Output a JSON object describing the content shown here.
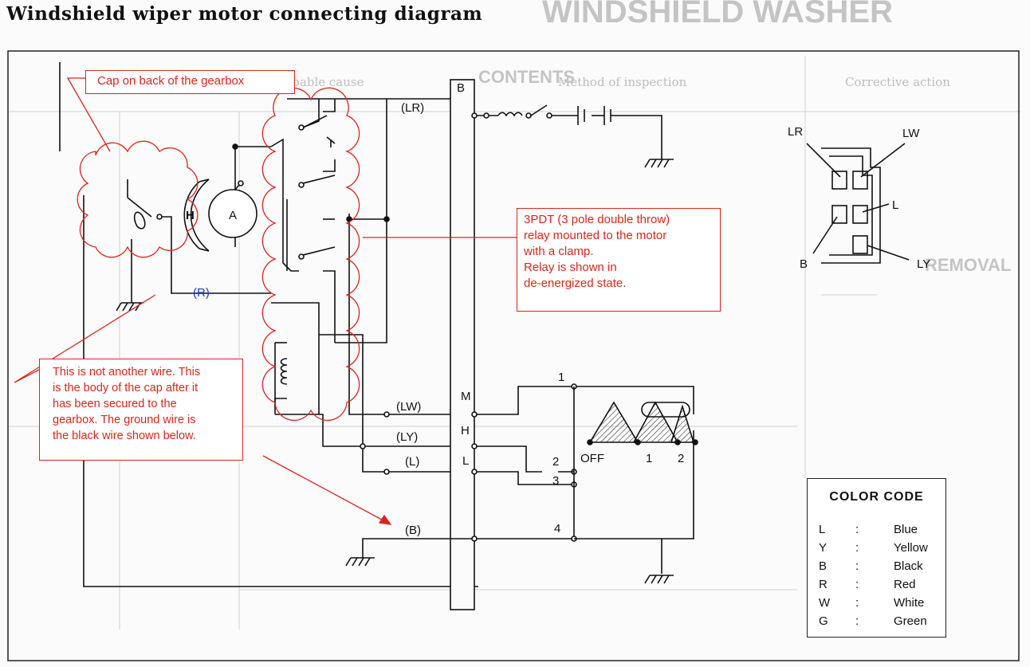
{
  "title": "Windshield wiper motor connecting diagram",
  "annotations": {
    "cap_note": "Cap on back of the gearbox",
    "relay_note": [
      "3PDT (3 pole double throw)",
      "relay mounted to the motor",
      "with a clamp.",
      "Relay is shown in",
      "de-energized state."
    ],
    "body_note": [
      "This is not another wire. This",
      "is the body of the cap after it",
      "has been secured to the",
      "gearbox. The ground wire is",
      "the black wire shown below."
    ],
    "color": "#d9261c"
  },
  "wire_labels": {
    "LR": "(LR)",
    "LW": "(LW)",
    "LY": "(LY)",
    "L": "(L)",
    "B": "(B)",
    "R": "(R)"
  },
  "component_labels": {
    "H": "H",
    "A": "A"
  },
  "terminals": {
    "B": "B",
    "M": "M",
    "H": "H",
    "L": "L"
  },
  "switch": {
    "pos1": "1",
    "pos2": "2",
    "pos3": "3",
    "pos4": "4",
    "off": "OFF",
    "sw1": "1",
    "sw2": "2"
  },
  "connector": {
    "LR": "LR",
    "LW": "LW",
    "L": "L",
    "B": "B",
    "LY": "LY"
  },
  "legend": {
    "title": "COLOR CODE",
    "separator": ":",
    "rows": [
      {
        "code": "L",
        "name": "Blue"
      },
      {
        "code": "Y",
        "name": "Yellow"
      },
      {
        "code": "B",
        "name": "Black"
      },
      {
        "code": "R",
        "name": "Red"
      },
      {
        "code": "W",
        "name": "White"
      },
      {
        "code": "G",
        "name": "Green"
      }
    ]
  },
  "background_ghost": {
    "heading": "WINDSHIELD WASHER",
    "contents": "CONTENTS",
    "removal": "REMOVAL",
    "col1": "Probable cause",
    "col2": "Method of inspection",
    "col3": "Corrective action"
  }
}
